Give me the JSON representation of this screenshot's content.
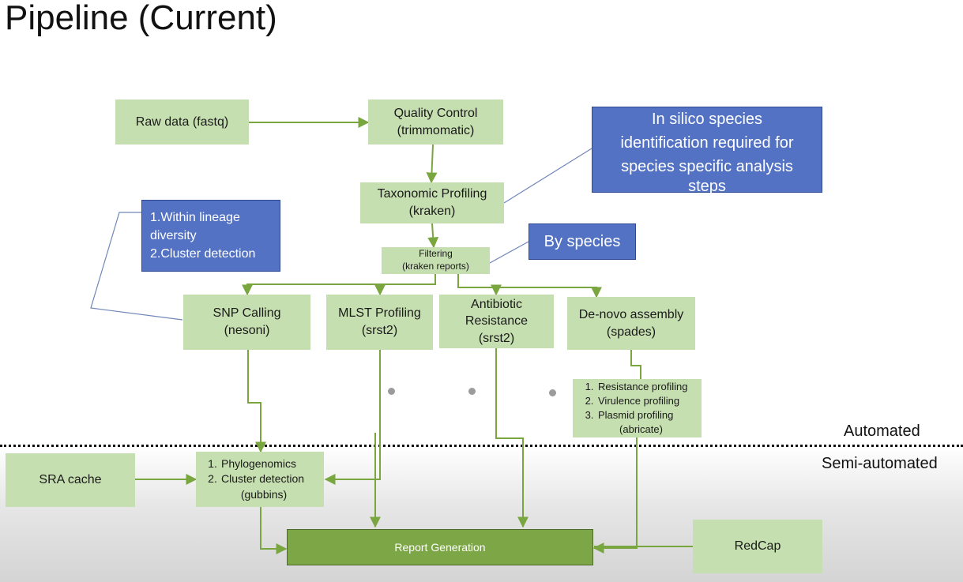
{
  "title": "Pipeline (Current)",
  "zones": {
    "automated": "Automated",
    "semi_automated": "Semi-automated"
  },
  "nodes": {
    "raw_data": "Raw data (fastq)",
    "quality_control": [
      "Quality Control",
      "(trimmomatic)"
    ],
    "taxonomic_profiling": [
      "Taxonomic Profiling",
      "(kraken)"
    ],
    "filtering": [
      "Filtering",
      "(kraken reports)"
    ],
    "snp_calling": [
      "SNP Calling",
      "(nesoni)"
    ],
    "mlst_profiling": [
      "MLST Profiling",
      "(srst2)"
    ],
    "antibiotic_resistance": [
      "Antibiotic",
      "Resistance",
      "(srst2)"
    ],
    "denovo_assembly": [
      "De-novo assembly",
      "(spades)"
    ],
    "abricate": {
      "items": [
        "Resistance profiling",
        "Virulence profiling",
        "Plasmid profiling"
      ],
      "caption": "(abricate)"
    },
    "phylogenomics": {
      "items": [
        "Phylogenomics",
        "Cluster detection"
      ],
      "caption": "(gubbins)"
    },
    "sra_cache": "SRA cache",
    "report_generation": "Report Generation",
    "redcap": "RedCap"
  },
  "callouts": {
    "species_identification": [
      "In silico species",
      "identification required for",
      "species specific analysis",
      "steps"
    ],
    "by_species": "By species",
    "lineage": [
      "1.Within lineage",
      "diversity",
      "2.Cluster detection"
    ]
  },
  "colors": {
    "node_fill": "#c6dfb0",
    "callout_fill": "#5472c4",
    "report_fill": "#7da647",
    "arrow": "#7aa640"
  }
}
